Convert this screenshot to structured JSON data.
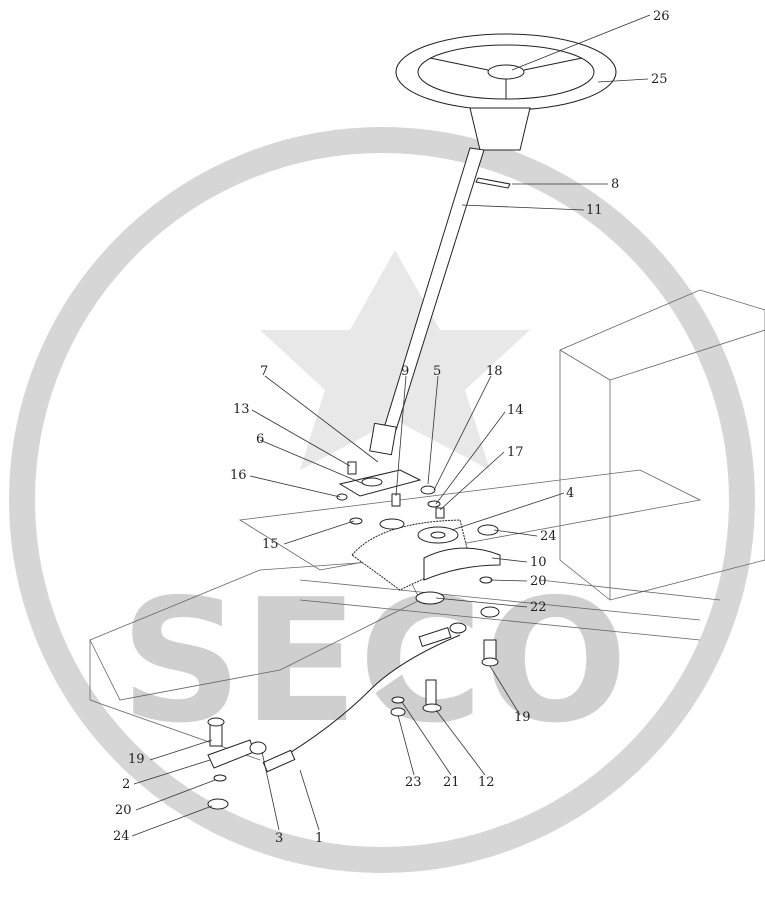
{
  "watermark": {
    "text": "SECO",
    "color": "#d0d0d0"
  },
  "callouts": [
    {
      "id": "26",
      "text": "26"
    },
    {
      "id": "25",
      "text": "25"
    },
    {
      "id": "8",
      "text": "8"
    },
    {
      "id": "11",
      "text": "11"
    },
    {
      "id": "7",
      "text": "7"
    },
    {
      "id": "9",
      "text": "9"
    },
    {
      "id": "5",
      "text": "5"
    },
    {
      "id": "18",
      "text": "18"
    },
    {
      "id": "14",
      "text": "14"
    },
    {
      "id": "13",
      "text": "13"
    },
    {
      "id": "6",
      "text": "6"
    },
    {
      "id": "17",
      "text": "17"
    },
    {
      "id": "16",
      "text": "16"
    },
    {
      "id": "4",
      "text": "4"
    },
    {
      "id": "24a",
      "text": "24"
    },
    {
      "id": "15",
      "text": "15"
    },
    {
      "id": "10",
      "text": "10"
    },
    {
      "id": "20a",
      "text": "20"
    },
    {
      "id": "22",
      "text": "22"
    },
    {
      "id": "19a",
      "text": "19"
    },
    {
      "id": "19b",
      "text": "19"
    },
    {
      "id": "2",
      "text": "2"
    },
    {
      "id": "20b",
      "text": "20"
    },
    {
      "id": "24b",
      "text": "24"
    },
    {
      "id": "3",
      "text": "3"
    },
    {
      "id": "1",
      "text": "1"
    },
    {
      "id": "23",
      "text": "23"
    },
    {
      "id": "21",
      "text": "21"
    },
    {
      "id": "12",
      "text": "12"
    }
  ]
}
